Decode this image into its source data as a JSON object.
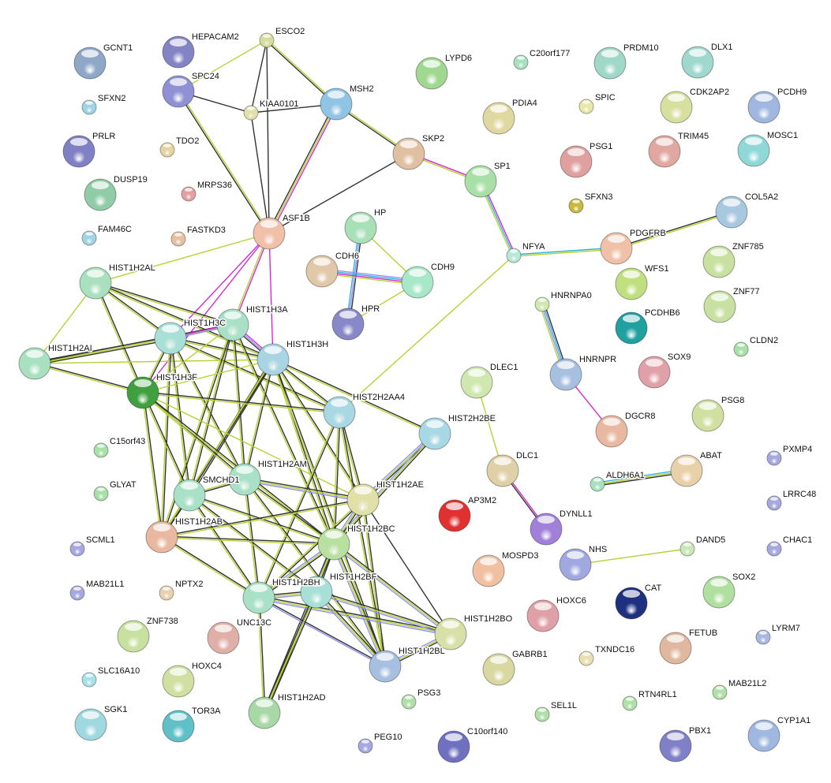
{
  "evidence_colors": {
    "k": "#333333",
    "y": "#b5d334",
    "m": "#d42bd4",
    "c": "#2fb6d8",
    "b": "#8f8ff7"
  },
  "nodes": [
    {
      "label": "GCNT1",
      "color": "#8fa8c8"
    },
    {
      "label": "HEPACAM2",
      "color": "#8484c4"
    },
    {
      "label": "ESCO2",
      "color": "#d8dca0"
    },
    {
      "label": "SPC24",
      "color": "#9090d4"
    },
    {
      "label": "KIAA0101",
      "color": "#e0e0a8"
    },
    {
      "label": "MSH2",
      "color": "#90c4e4"
    },
    {
      "label": "SFXN2",
      "color": "#a0d4e4"
    },
    {
      "label": "PRLR",
      "color": "#8080c4"
    },
    {
      "label": "TDO2",
      "color": "#e4d4a0"
    },
    {
      "label": "DUSP19",
      "color": "#90cca8"
    },
    {
      "label": "MRPS36",
      "color": "#e4a0a0"
    },
    {
      "label": "SKP2",
      "color": "#e0c0a0"
    },
    {
      "label": "SP1",
      "color": "#a8e0a8"
    },
    {
      "label": "LYPD6",
      "color": "#a0d890"
    },
    {
      "label": "C20orf177",
      "color": "#a8e0c0"
    },
    {
      "label": "PDIA4",
      "color": "#e0d8a0"
    },
    {
      "label": "SPIC",
      "color": "#e8e8a8"
    },
    {
      "label": "PRDM10",
      "color": "#a0d8c8"
    },
    {
      "label": "DLX1",
      "color": "#a0d8d0"
    },
    {
      "label": "CDK2AP2",
      "color": "#d8e0a0"
    },
    {
      "label": "PCDH9",
      "color": "#a0b8e0"
    },
    {
      "label": "PSG1",
      "color": "#e0a0a0"
    },
    {
      "label": "TRIM45",
      "color": "#e0a8a0"
    },
    {
      "label": "MOSC1",
      "color": "#90d8d8"
    },
    {
      "label": "SFXN3",
      "color": "#c8b840"
    },
    {
      "label": "FAM46C",
      "color": "#a0d4e4"
    },
    {
      "label": "FASTKD3",
      "color": "#e8c0a0"
    },
    {
      "label": "ASF1B",
      "color": "#f0c0a8"
    },
    {
      "label": "HP",
      "color": "#a8e0b8"
    },
    {
      "label": "CDH6",
      "color": "#e0c8a8"
    },
    {
      "label": "CDH9",
      "color": "#a8e8c8"
    },
    {
      "label": "NFYA",
      "color": "#b8e8d8"
    },
    {
      "label": "COL5A2",
      "color": "#a8c8e0"
    },
    {
      "label": "PDGFRB",
      "color": "#f0c0a8"
    },
    {
      "label": "ZNF785",
      "color": "#c8e0a0"
    },
    {
      "label": "WFS1",
      "color": "#c0e080"
    },
    {
      "label": "HIST1H2AL",
      "color": "#a8e0c0"
    },
    {
      "label": "HIST1H3C",
      "color": "#a8e0d8"
    },
    {
      "label": "HIST1H3A",
      "color": "#a8e0c8"
    },
    {
      "label": "HPR",
      "color": "#8888c8"
    },
    {
      "label": "HNRNPA0",
      "color": "#d0e8b0"
    },
    {
      "label": "ZNF77",
      "color": "#c8e0a0"
    },
    {
      "label": "PCDHB6",
      "color": "#20a0a0"
    },
    {
      "label": "CLDN2",
      "color": "#a8e0a8"
    },
    {
      "label": "HIST1H2AI",
      "color": "#a8e0c0"
    },
    {
      "label": "HIST1H3H",
      "color": "#a8d4e4"
    },
    {
      "label": "HNRNPR",
      "color": "#a8c0e0"
    },
    {
      "label": "SOX9",
      "color": "#e0a0a8"
    },
    {
      "label": "HIST1H3F",
      "color": "#40a040"
    },
    {
      "label": "HIST2H2AA4",
      "color": "#a8d8e4"
    },
    {
      "label": "DLEC1",
      "color": "#d0e8b0"
    },
    {
      "label": "DGCR8",
      "color": "#e8b8a0"
    },
    {
      "label": "PSG8",
      "color": "#d0e0a0"
    },
    {
      "label": "HIST2H2BE",
      "color": "#a8d8e4"
    },
    {
      "label": "C15orf43",
      "color": "#a8e0a8"
    },
    {
      "label": "PXMP4",
      "color": "#a8a8e0"
    },
    {
      "label": "HIST1H2AM",
      "color": "#a8e0c8"
    },
    {
      "label": "DLC1",
      "color": "#e0d0a8"
    },
    {
      "label": "ABAT",
      "color": "#e8d0a8"
    },
    {
      "label": "ALDH6A1",
      "color": "#a8e0c0"
    },
    {
      "label": "GLYAT",
      "color": "#a8e0a8"
    },
    {
      "label": "SMCHD1",
      "color": "#a8e0c8"
    },
    {
      "label": "HIST1H2AE",
      "color": "#e0e0a8"
    },
    {
      "label": "AP3M2",
      "color": "#e03030"
    },
    {
      "label": "LRRC48",
      "color": "#a8a8e0"
    },
    {
      "label": "HIST1H2AB",
      "color": "#e8b8a0"
    },
    {
      "label": "HIST1H2BC",
      "color": "#b8e0a0"
    },
    {
      "label": "DYNLL1",
      "color": "#a080d8"
    },
    {
      "label": "SCML1",
      "color": "#a8a8e0"
    },
    {
      "label": "DAND5",
      "color": "#c8e8b8"
    },
    {
      "label": "CHAC1",
      "color": "#a8a8e0"
    },
    {
      "label": "NHS",
      "color": "#a0a8e0"
    },
    {
      "label": "MOSPD3",
      "color": "#f0c0a0"
    },
    {
      "label": "MAB21L1",
      "color": "#a8a8e0"
    },
    {
      "label": "NPTX2",
      "color": "#e8d0b0"
    },
    {
      "label": "HIST1H2BH",
      "color": "#a8e0c8"
    },
    {
      "label": "HIST1H2BF",
      "color": "#a8e0d8"
    },
    {
      "label": "SOX2",
      "color": "#b0e0a0"
    },
    {
      "label": "CAT",
      "color": "#203080"
    },
    {
      "label": "HOXC6",
      "color": "#e0a0a8"
    },
    {
      "label": "UNC13C",
      "color": "#e0b0a8"
    },
    {
      "label": "HOXC4",
      "color": "#d0e0a0"
    },
    {
      "label": "ZNF738",
      "color": "#c8e0a0"
    },
    {
      "label": "SLC16A10",
      "color": "#a8e0e8"
    },
    {
      "label": "SGK1",
      "color": "#a0d8e0"
    },
    {
      "label": "TOR3A",
      "color": "#60c0c8"
    },
    {
      "label": "HIST1H2AD",
      "color": "#a8d8a8"
    },
    {
      "label": "HIST1H2BO",
      "color": "#d8e0a8"
    },
    {
      "label": "HIST1H2BL",
      "color": "#a8c0e0"
    },
    {
      "label": "GABRB1",
      "color": "#d8d8a0"
    },
    {
      "label": "TXNDC16",
      "color": "#e8e0b0"
    },
    {
      "label": "FETUB",
      "color": "#e0b8a0"
    },
    {
      "label": "LYRM7",
      "color": "#a8b8e0"
    },
    {
      "label": "PSG3",
      "color": "#b0e0a8"
    },
    {
      "label": "SEL1L",
      "color": "#b0e0a8"
    },
    {
      "label": "RTN4RL1",
      "color": "#b0e0a8"
    },
    {
      "label": "MAB21L2",
      "color": "#b0e0a8"
    },
    {
      "label": "PEG10",
      "color": "#a8a8e0"
    },
    {
      "label": "C10orf140",
      "color": "#7070c0"
    },
    {
      "label": "PBX1",
      "color": "#8080c8"
    },
    {
      "label": "CYP1A1",
      "color": "#a0b8e0"
    }
  ],
  "edges": [
    [
      "ESCO2",
      "SPC24",
      "y"
    ],
    [
      "ESCO2",
      "KIAA0101",
      "k"
    ],
    [
      "ESCO2",
      "MSH2",
      "yk"
    ],
    [
      "ESCO2",
      "ASF1B",
      "k"
    ],
    [
      "SPC24",
      "KIAA0101",
      "k"
    ],
    [
      "SPC24",
      "ASF1B",
      "yk"
    ],
    [
      "KIAA0101",
      "MSH2",
      "k"
    ],
    [
      "KIAA0101",
      "ASF1B",
      "k"
    ],
    [
      "MSH2",
      "ASF1B",
      "myk"
    ],
    [
      "MSH2",
      "SKP2",
      "yk"
    ],
    [
      "SKP2",
      "ASF1B",
      "k"
    ],
    [
      "SKP2",
      "SP1",
      "my"
    ],
    [
      "SP1",
      "NFYA",
      "mcy"
    ],
    [
      "NFYA",
      "PDGFRB",
      "cy"
    ],
    [
      "PDGFRB",
      "COL5A2",
      "ky"
    ],
    [
      "NFYA",
      "HIST2H2AA4",
      "y"
    ],
    [
      "HP",
      "HPR",
      "kbc"
    ],
    [
      "HP",
      "CDH9",
      "y"
    ],
    [
      "CDH6",
      "CDH9",
      "bcmy"
    ],
    [
      "HPR",
      "CDH9",
      "y"
    ],
    [
      "HNRNPA0",
      "HNRNPR",
      "kcby"
    ],
    [
      "HNRNPR",
      "DGCR8",
      "m"
    ],
    [
      "DLEC1",
      "DLC1",
      "y"
    ],
    [
      "DLC1",
      "DYNLL1",
      "mk"
    ],
    [
      "ALDH6A1",
      "ABAT",
      "cyk"
    ],
    [
      "NHS",
      "DAND5",
      "y"
    ],
    [
      "ASF1B",
      "HIST1H3C",
      "m"
    ],
    [
      "ASF1B",
      "HIST1H3A",
      "my"
    ],
    [
      "ASF1B",
      "HIST1H3H",
      "m"
    ],
    [
      "ASF1B",
      "HIST1H3F",
      "m"
    ],
    [
      "ASF1B",
      "HIST1H2AL",
      "y"
    ],
    [
      "HIST1H2AL",
      "HIST1H3C",
      "ky"
    ],
    [
      "HIST1H2AL",
      "HIST1H3A",
      "ky"
    ],
    [
      "HIST1H2AL",
      "HIST1H3H",
      "ky"
    ],
    [
      "HIST1H2AL",
      "HIST1H3F",
      "ky"
    ],
    [
      "HIST1H2AL",
      "HIST1H2AI",
      "y"
    ],
    [
      "HIST1H2AI",
      "HIST1H3C",
      "kyk"
    ],
    [
      "HIST1H2AI",
      "HIST1H3A",
      "ky"
    ],
    [
      "HIST1H2AI",
      "HIST1H3F",
      "ky"
    ],
    [
      "HIST1H2AI",
      "HIST1H3H",
      "y"
    ],
    [
      "HIST1H3C",
      "HIST1H3A",
      "mb"
    ],
    [
      "HIST1H3C",
      "HIST1H3H",
      "ky"
    ],
    [
      "HIST1H3C",
      "HIST1H3F",
      "ky"
    ],
    [
      "HIST1H3C",
      "SMCHD1",
      "ky"
    ],
    [
      "HIST1H3C",
      "HIST1H2AB",
      "ky"
    ],
    [
      "HIST1H3C",
      "HIST1H2AM",
      "ky"
    ],
    [
      "HIST1H3C",
      "HIST2H2AA4",
      "ky"
    ],
    [
      "HIST1H3A",
      "HIST1H3H",
      "mbk"
    ],
    [
      "HIST1H3A",
      "HIST1H3F",
      "y"
    ],
    [
      "HIST1H3A",
      "SMCHD1",
      "ky"
    ],
    [
      "HIST1H3A",
      "HIST1H2AM",
      "ky"
    ],
    [
      "HIST1H3A",
      "HIST1H2AB",
      "ky"
    ],
    [
      "HIST1H3A",
      "HIST1H2BC",
      "ky"
    ],
    [
      "HIST1H3H",
      "HIST1H3F",
      "y"
    ],
    [
      "HIST1H3H",
      "HIST2H2AA4",
      "ky"
    ],
    [
      "HIST1H3H",
      "HIST2H2BE",
      "ky"
    ],
    [
      "HIST1H3H",
      "SMCHD1",
      "kyk"
    ],
    [
      "HIST1H3H",
      "HIST1H2AM",
      "ky"
    ],
    [
      "HIST1H3H",
      "HIST1H2AE",
      "ky"
    ],
    [
      "HIST1H3H",
      "HIST1H2BC",
      "ky"
    ],
    [
      "HIST1H3H",
      "HIST1H2AB",
      "ky"
    ],
    [
      "HIST1H3H",
      "HIST1H2BL",
      "ky"
    ],
    [
      "HIST1H3F",
      "HIST2H2AA4",
      "ky"
    ],
    [
      "HIST1H3F",
      "SMCHD1",
      "ky"
    ],
    [
      "HIST1H3F",
      "HIST1H2AB",
      "ky"
    ],
    [
      "HIST1H3F",
      "HIST1H2AM",
      "ky"
    ],
    [
      "HIST1H3F",
      "HIST1H2AE",
      "y"
    ],
    [
      "HIST1H3F",
      "HIST1H2BC",
      "ky"
    ],
    [
      "HIST2H2AA4",
      "HIST1H2AE",
      "ky"
    ],
    [
      "HIST2H2AA4",
      "HIST1H2BC",
      "ky"
    ],
    [
      "HIST2H2AA4",
      "HIST1H2BH",
      "ky"
    ],
    [
      "HIST2H2AA4",
      "HIST1H2BL",
      "ky"
    ],
    [
      "HIST2H2BE",
      "HIST1H2AE",
      "kyb"
    ],
    [
      "HIST2H2BE",
      "HIST1H2BC",
      "kyb"
    ],
    [
      "HIST1H2AM",
      "SMCHD1",
      "ky"
    ],
    [
      "HIST1H2AM",
      "HIST1H2AE",
      "kyb"
    ],
    [
      "HIST1H2AM",
      "HIST1H2BC",
      "ky"
    ],
    [
      "HIST1H2AM",
      "HIST1H2BH",
      "ky"
    ],
    [
      "HIST1H2AM",
      "HIST1H2BL",
      "ky"
    ],
    [
      "SMCHD1",
      "HIST1H2AB",
      "ky"
    ],
    [
      "SMCHD1",
      "HIST1H2BC",
      "ky"
    ],
    [
      "SMCHD1",
      "HIST1H2BH",
      "ky"
    ],
    [
      "SMCHD1",
      "HIST1H2BF",
      "ky"
    ],
    [
      "HIST1H2AB",
      "HIST1H2BC",
      "ky"
    ],
    [
      "HIST1H2AB",
      "HIST1H2BH",
      "ky"
    ],
    [
      "HIST1H2AB",
      "HIST1H2AE",
      "ky"
    ],
    [
      "HIST1H2AE",
      "HIST1H2BC",
      "kyb"
    ],
    [
      "HIST1H2AE",
      "HIST1H2BH",
      "ky"
    ],
    [
      "HIST1H2AE",
      "HIST1H2BO",
      "k"
    ],
    [
      "HIST1H2AE",
      "HIST1H2BL",
      "ky"
    ],
    [
      "HIST1H2BC",
      "HIST1H2BH",
      "kyb"
    ],
    [
      "HIST1H2BC",
      "HIST1H2BF",
      "kyb"
    ],
    [
      "HIST1H2BC",
      "HIST1H2BO",
      "kyb"
    ],
    [
      "HIST1H2BC",
      "HIST1H2BL",
      "kyb"
    ],
    [
      "HIST1H2BC",
      "HIST1H2AD",
      "kyk"
    ],
    [
      "HIST1H2BH",
      "HIST1H2BF",
      "kyb"
    ],
    [
      "HIST1H2BH",
      "HIST1H2BO",
      "kyb"
    ],
    [
      "HIST1H2BH",
      "HIST1H2BL",
      "kb"
    ],
    [
      "HIST1H2BH",
      "HIST1H2AD",
      "ky"
    ],
    [
      "HIST1H2BF",
      "HIST1H2BO",
      "kyb"
    ],
    [
      "HIST1H2BF",
      "HIST1H2BL",
      "kyb"
    ],
    [
      "HIST1H2BF",
      "HIST1H2AD",
      "kyk"
    ],
    [
      "HIST1H2BO",
      "HIST1H2BL",
      "kyb"
    ]
  ]
}
